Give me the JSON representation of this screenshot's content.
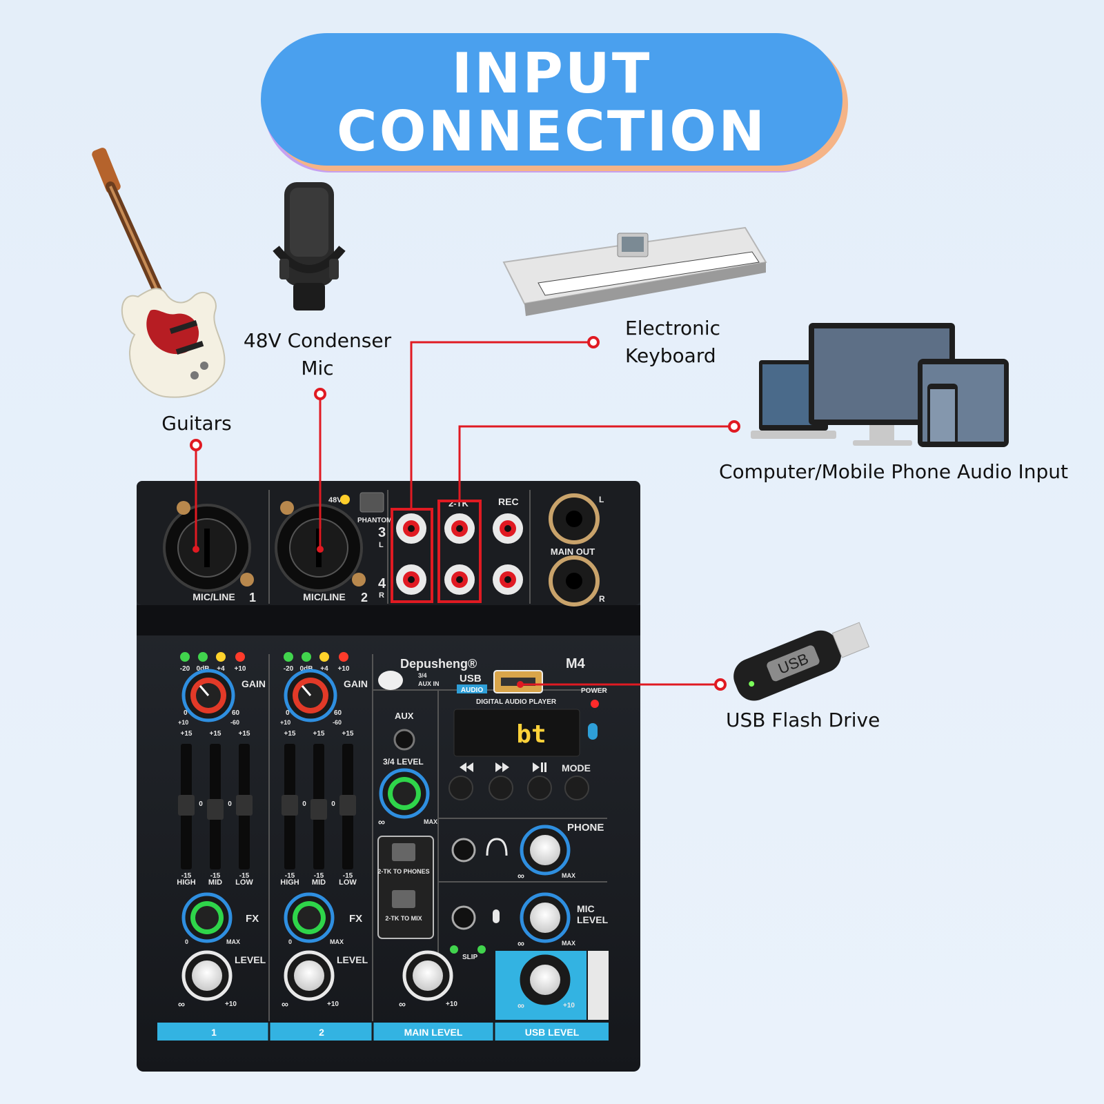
{
  "header": {
    "line1": "INPUT",
    "line2": "CONNECTION"
  },
  "devices": {
    "guitar": "Guitars",
    "mic_line1": "48V Condenser",
    "mic_line2": "Mic",
    "keyboard_line1": "Electronic",
    "keyboard_line2": "Keyboard",
    "computer": "Computer/Mobile Phone Audio Input",
    "usb": "USB Flash Drive",
    "usb_stick_text": "USB"
  },
  "mixer": {
    "brand": "Depusheng®",
    "model": "M4",
    "input1": "MIC/LINE",
    "input1_num": "1",
    "input2": "MIC/LINE",
    "input2_num": "2",
    "phantom": "PHANTOM",
    "v48": "48V",
    "rca_top": "3",
    "rca_top_sub": "L",
    "rca_bot": "4",
    "rca_bot_sub": "R",
    "twotk": "2-TK",
    "rec": "REC",
    "main_out": "MAIN OUT",
    "l": "L",
    "r": "R",
    "meter_labels": [
      "-20",
      "0dB",
      "+4",
      "+10"
    ],
    "gain": "GAIN",
    "gain_min": "0",
    "gain_max": "60",
    "gain_min_b": "+10",
    "gain_max_b": "-60",
    "eq_top": "+15",
    "eq_bot": "-15",
    "eq_zero": "0",
    "eq_bands": [
      "HIGH",
      "MID",
      "LOW"
    ],
    "fx": "FX",
    "fx_min": "0",
    "fx_max": "MAX",
    "level": "LEVEL",
    "lvl_min": "∞",
    "lvl_max": "+10",
    "sel_34": "3/4",
    "sel_aux": "AUX IN",
    "aux": "AUX",
    "level34": "3/4 LEVEL",
    "btn1": "2-TK TO PHONES",
    "btn2": "2-TK TO MIX",
    "slip": "SLIP",
    "usb": "USB",
    "usb_audio": "AUDIO",
    "player": "DIGITAL AUDIO PLAYER",
    "power": "POWER",
    "display": "bt",
    "mode": "MODE",
    "phone": "PHONE",
    "mic_level_1": "MIC",
    "mic_level_2": "LEVEL",
    "strip_labels": [
      "1",
      "2",
      "MAIN LEVEL",
      "USB LEVEL"
    ]
  },
  "colors": {
    "accent": "#4aa0ee",
    "connector": "#e01a22",
    "strip": "#33b3e2"
  }
}
